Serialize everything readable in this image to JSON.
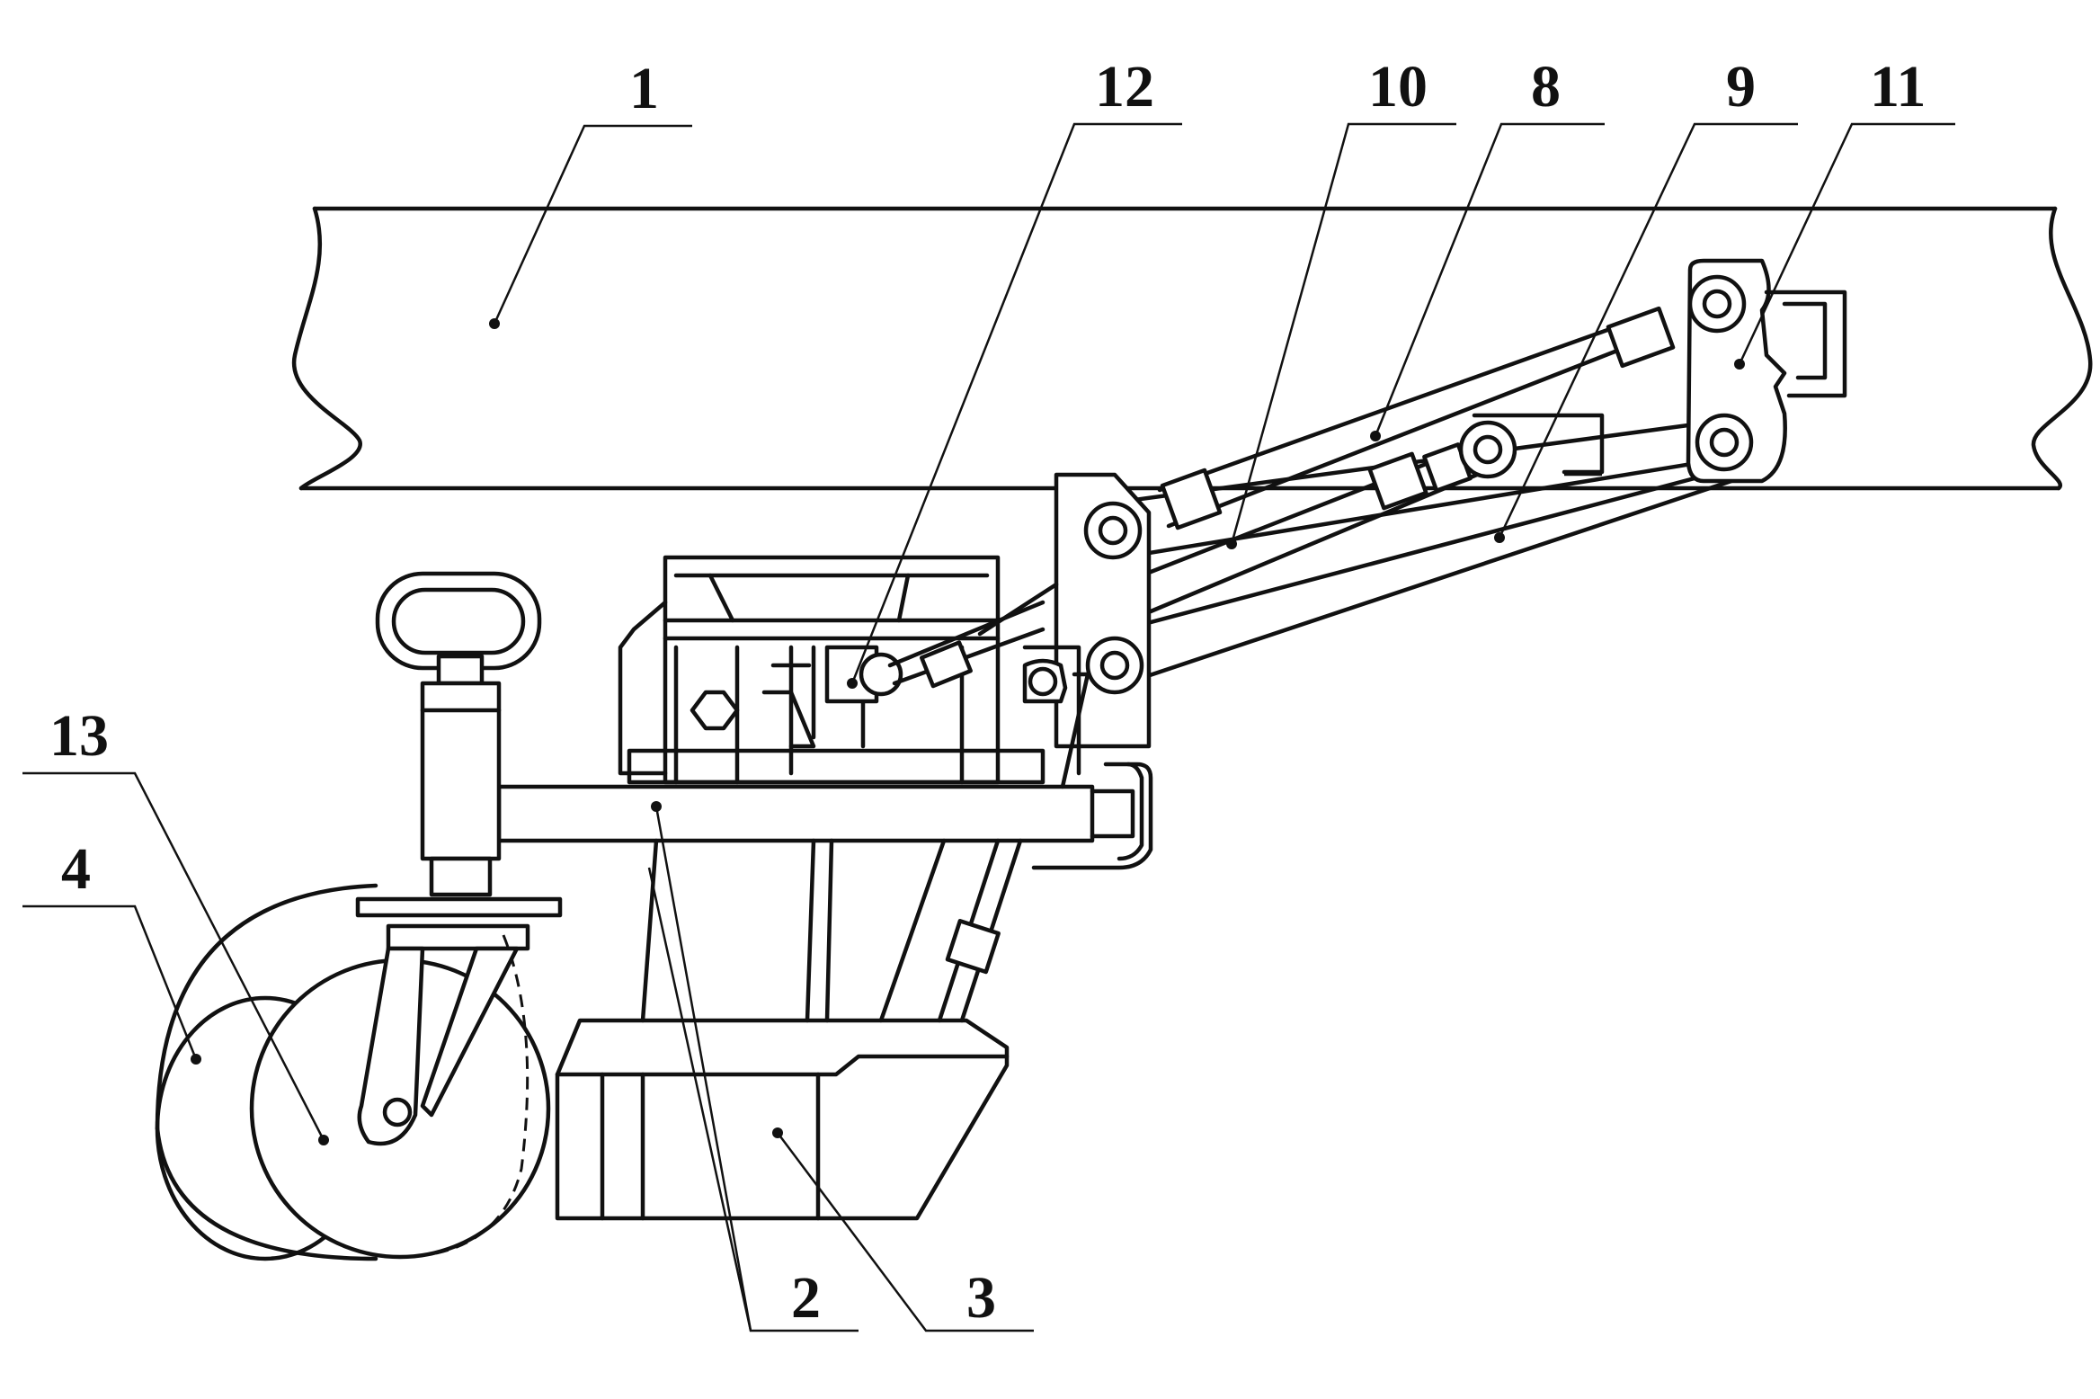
{
  "figure": {
    "labels": {
      "l1": "1",
      "l2": "2",
      "l3": "3",
      "l4": "4",
      "l8": "8",
      "l9": "9",
      "l10": "10",
      "l11": "11",
      "l12": "12",
      "l13": "13"
    }
  }
}
